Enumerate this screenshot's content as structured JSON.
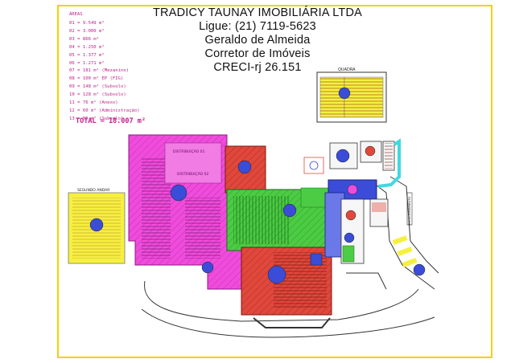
{
  "header": {
    "lines": [
      "TRADICY TAUNAY IMOBILIÁRIA LTDA",
      "Ligue: (21) 7119-5623",
      "Geraldo de Almeida",
      "Corretor de Imóveis",
      "CRECI-rj 26.151"
    ]
  },
  "legend": {
    "title": "ÁREAS",
    "rows": [
      "01 = 9.549 m²",
      "02 = 3.000 m²",
      "03 = 866 m²",
      "04 = 1.250 m²",
      "05 = 1.377 m²",
      "06 = 1.271 m²",
      "07 = 181 m² (Mezanino)",
      "08 = 100 m² EP (FIG)",
      "09 = 148 m² (Subsolo)",
      "10 = 128 m² (Subsolo)",
      "11 = 76 m² (Anexo)",
      "12 = 60 m² (Administração)",
      "13 = 56 m² (Subsolo)"
    ],
    "total": "TOTAL = 18.007 m²"
  },
  "labels": {
    "quadra": "QUADRA",
    "segundo_andar": "SEGUNDO ANDAR",
    "distribuicao_1": "DISTRIBUIÇÃO 01",
    "distribuicao_2": "DISTRIBUIÇÃO 02",
    "vertical_label": "ESTACIONAMENTO"
  },
  "colors": {
    "frame": "#f2d200",
    "magenta": "#f04cdc",
    "red": "#e0483c",
    "green": "#4ccc44",
    "blue": "#3a4cd8",
    "yellow": "#f6f040",
    "cyan": "#40d8e0",
    "legend_text": "#c0208c"
  }
}
